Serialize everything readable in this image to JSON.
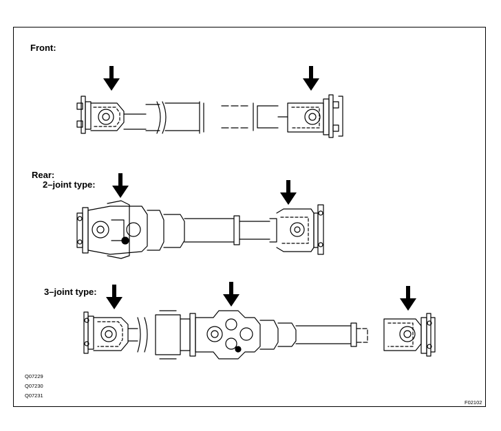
{
  "labels": {
    "front": "Front:",
    "rear": "Rear:",
    "two_joint": "2–joint type:",
    "three_joint": "3–joint type:"
  },
  "codes": [
    "Q07229",
    "Q07230",
    "Q07231"
  ],
  "figure_id": "F02102",
  "icons": [
    "down-arrow-icon"
  ]
}
